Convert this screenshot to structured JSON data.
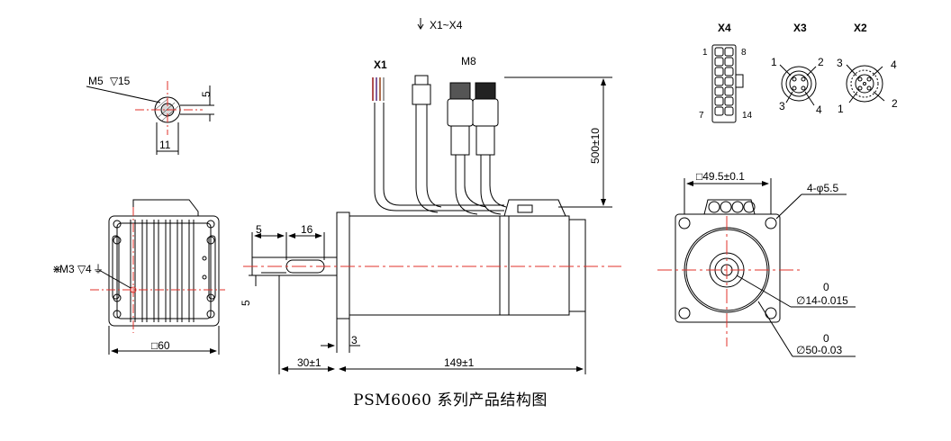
{
  "caption": "PSM6060 系列产品结构图",
  "connectors": {
    "range_label": "X1~X4",
    "x1": "X1",
    "m8": "M8",
    "x4": "X4",
    "x3": "X3",
    "x2": "X2",
    "x4_pins": {
      "tl": "1",
      "tr": "8",
      "bl": "7",
      "br": "14"
    },
    "x3_pins": {
      "p1": "1",
      "p2": "2",
      "p3": "3",
      "p4": "4"
    },
    "x2_pins": {
      "p1": "1",
      "p2": "2",
      "p3": "3",
      "p4": "4"
    }
  },
  "shaft_detail": {
    "thread": "M5",
    "depth": "15",
    "flat": "5",
    "width": "11"
  },
  "rear_view": {
    "hole": "M3",
    "depth": "4",
    "size": "□60"
  },
  "side_view": {
    "cable_length": "500±10",
    "shaft_len": "5",
    "key_len": "16",
    "key_height": "5",
    "flange_step": "3",
    "shaft_total": "30±1",
    "body_len": "149±1"
  },
  "front_view": {
    "pcd": "□49.5±0.1",
    "holes": "4-φ5.5",
    "shaft_dia": "∅14-0.015",
    "shaft_tol_upper": "0",
    "pilot_dia": "∅50-0.03",
    "pilot_tol_upper": "0"
  },
  "colors": {
    "line": "#000000",
    "center": "#e0302a"
  }
}
